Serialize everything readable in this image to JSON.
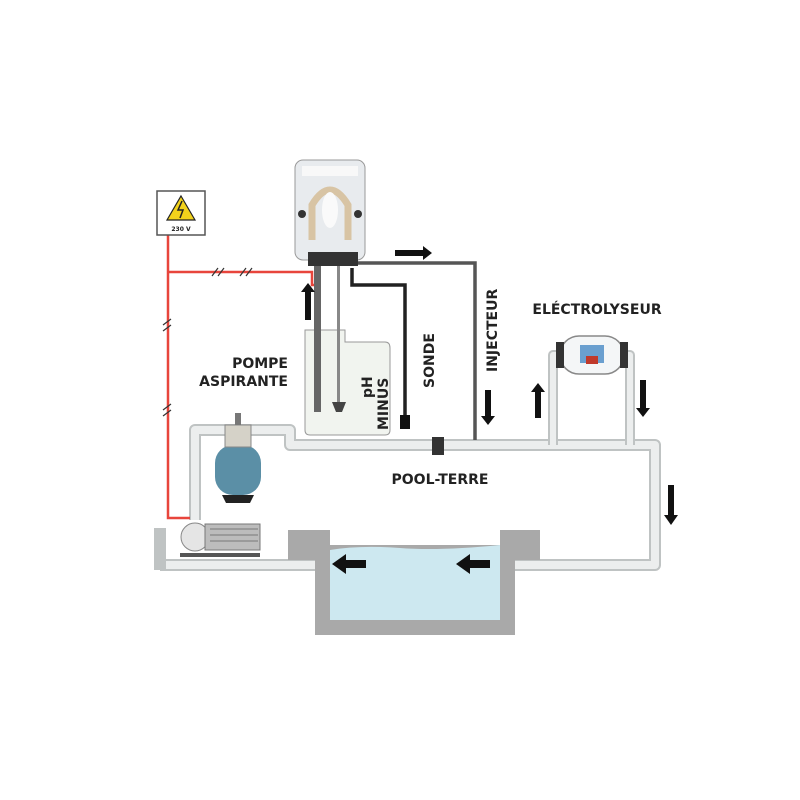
{
  "power_sign": {
    "voltage": "230 V",
    "icon": "high-voltage-icon"
  },
  "labels": {
    "pump": [
      "POMPE",
      "ASPIRANTE"
    ],
    "tank_ph": "pH",
    "tank_minus": "MINUS",
    "probe": "SONDE",
    "injector": "INJECTEUR",
    "electrolyser": "ELÉCTROLYSEUR",
    "ground": "POOL-TERRE"
  },
  "colors": {
    "power": "#e8453c",
    "water": "#cde8f0",
    "pool": "#a9a9a9",
    "filter": "#5b8fa6",
    "pipe": "#e4e6e6"
  }
}
